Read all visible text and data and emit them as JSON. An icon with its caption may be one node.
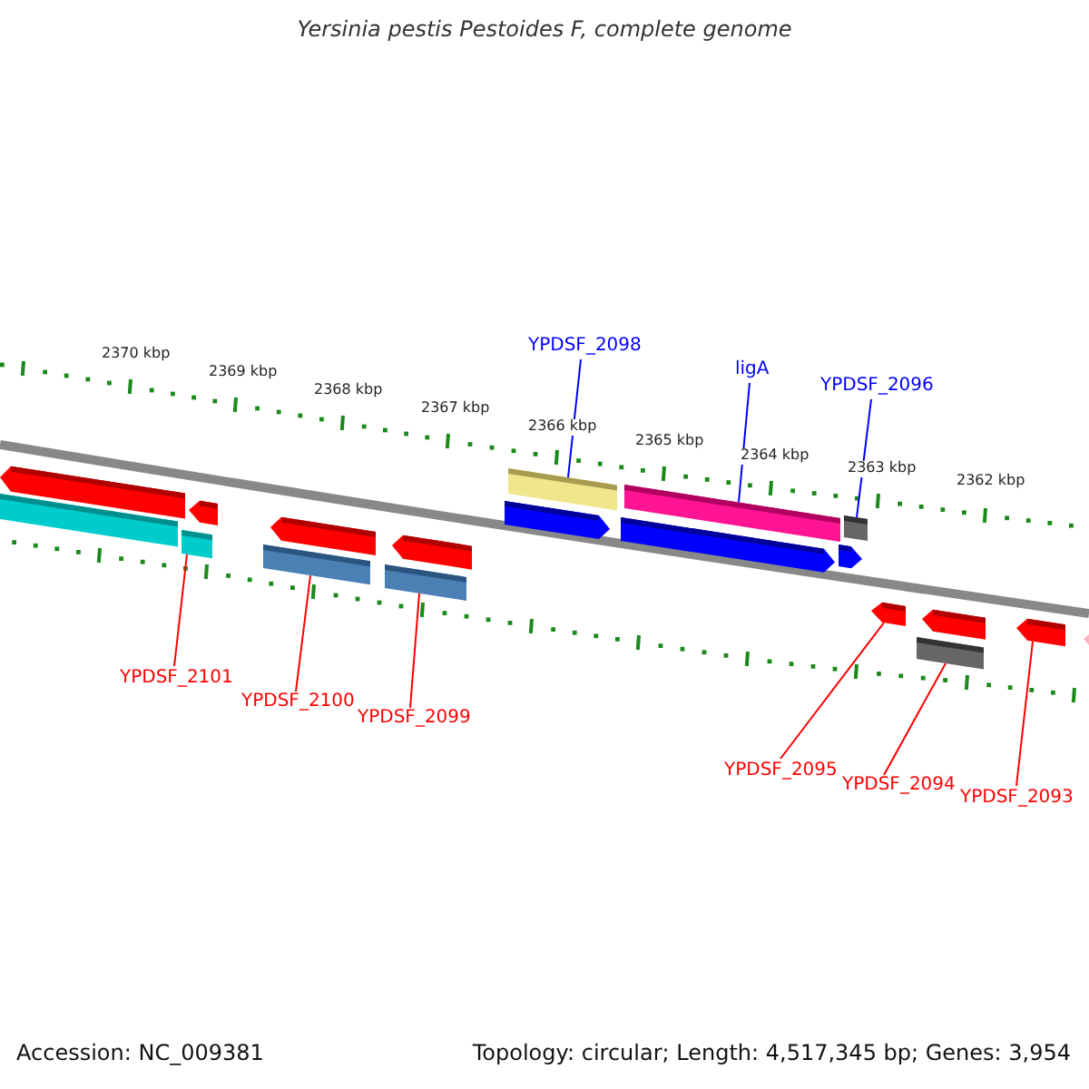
{
  "diagram": {
    "title": "Yersinia pestis Pestoides F, complete genome",
    "nodes": [
      {
        "text": [
          "YPDSF_2098"
        ]
      },
      {
        "text": [
          "ligA"
        ]
      },
      {
        "text": [
          "YPDSF_2096"
        ]
      },
      {
        "text": [
          "YPDSF_2101"
        ]
      },
      {
        "text": [
          "YPDSF_2100"
        ]
      },
      {
        "text": [
          "YPDSF_2099"
        ]
      },
      {
        "text": [
          "YPDSF_2095"
        ]
      },
      {
        "text": [
          "YPDSF_2094"
        ]
      },
      {
        "text": [
          "YPDSF_2093"
        ]
      },
      {
        "text": [],
        "shape": "bar"
      },
      {
        "text": [],
        "shape": "bar"
      },
      {
        "text": [],
        "shape": "bar"
      },
      {
        "text": [],
        "shape": "bar"
      },
      {
        "text": [],
        "shape": "bar"
      },
      {
        "text": [],
        "shape": "bar"
      },
      {
        "text": [],
        "shape": "bar"
      },
      {
        "text": [],
        "shape": "bar"
      },
      {
        "text": [],
        "shape": "bar"
      }
    ],
    "edges": [
      {
        "from": 0,
        "to": 12,
        "arrow": "none",
        "color": "#0000ff"
      },
      {
        "from": 1,
        "to": 13,
        "arrow": "none",
        "color": "#0000ff"
      },
      {
        "from": 2,
        "to": 14,
        "arrow": "none",
        "color": "#0000ff"
      },
      {
        "from": 3,
        "to": 9,
        "arrow": "none"
      },
      {
        "from": 4,
        "to": 10,
        "arrow": "none"
      },
      {
        "from": 5,
        "to": 11,
        "arrow": "none"
      },
      {
        "from": 6,
        "to": 15,
        "arrow": "none"
      },
      {
        "from": 7,
        "to": 16,
        "arrow": "none"
      },
      {
        "from": 8,
        "to": 17,
        "arrow": "none"
      }
    ],
    "labels": [
      "2370 kbp",
      "2369 kbp",
      "2368 kbp",
      "2367 kbp",
      "2366 kbp",
      "2365 kbp",
      "2364 kbp",
      "2363 kbp",
      "2362 kbp",
      "Accession: NC_009381",
      "Topology: circular; Length: 4,517,345 bp; Genes: 3,954"
    ]
  }
}
